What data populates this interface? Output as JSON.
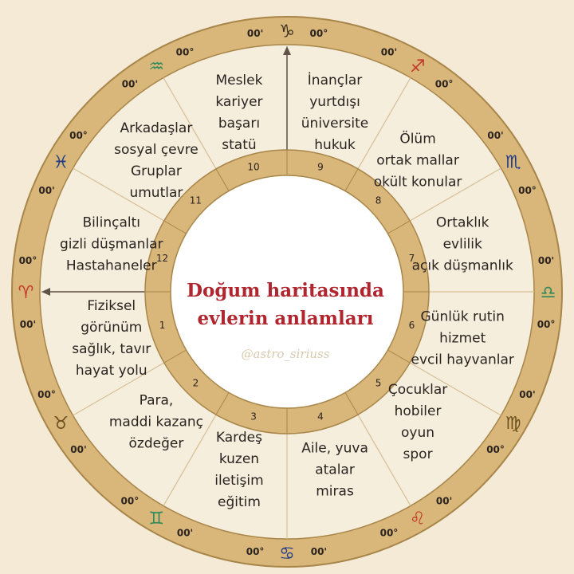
{
  "title_lines": [
    "Doğum haritasında",
    "evlerin anlamları"
  ],
  "watermark": "@astro_siriuss",
  "houses": [
    {
      "number": "1",
      "lines": [
        "Fiziksel",
        "görünüm",
        "sağlık, tavır",
        "hayat yolu"
      ]
    },
    {
      "number": "2",
      "lines": [
        "Para,",
        "maddi kazanç",
        "özdeğer"
      ]
    },
    {
      "number": "3",
      "lines": [
        "Kardeş",
        "kuzen",
        "iletişim",
        "eğitim"
      ]
    },
    {
      "number": "4",
      "lines": [
        "Aile, yuva",
        "atalar",
        "miras"
      ]
    },
    {
      "number": "5",
      "lines": [
        "Çocuklar",
        "hobiler",
        "oyun",
        "spor"
      ]
    },
    {
      "number": "6",
      "lines": [
        "Günlük rutin",
        "hizmet",
        "evcil hayvanlar"
      ]
    },
    {
      "number": "7",
      "lines": [
        "Ortaklık",
        "evlilik",
        "açık düşmanlık"
      ]
    },
    {
      "number": "8",
      "lines": [
        "Ölüm",
        "ortak mallar",
        "okült konular"
      ]
    },
    {
      "number": "9",
      "lines": [
        "İnançlar",
        "yurtdışı",
        "üniversite",
        "hukuk"
      ]
    },
    {
      "number": "10",
      "lines": [
        "Meslek",
        "kariyer",
        "başarı",
        "statü"
      ]
    },
    {
      "number": "11",
      "lines": [
        "Arkadaşlar",
        "sosyal çevre",
        "Gruplar",
        "umutlar"
      ]
    },
    {
      "number": "12",
      "lines": [
        "Bilinçaltı",
        "gizli düşmanlar",
        "Hastahaneler"
      ]
    }
  ],
  "signs": [
    {
      "name": "aries",
      "glyph": "♈",
      "color": "#c0392b",
      "deg": "00°",
      "min": "00'"
    },
    {
      "name": "taurus",
      "glyph": "♉",
      "color": "#6b4f1d",
      "deg": "00°",
      "min": "00'"
    },
    {
      "name": "gemini",
      "glyph": "♊",
      "color": "#2c8a5a",
      "deg": "00°",
      "min": "00'"
    },
    {
      "name": "cancer",
      "glyph": "♋",
      "color": "#1f3c88",
      "deg": "00°",
      "min": "00'"
    },
    {
      "name": "leo",
      "glyph": "♌",
      "color": "#c0392b",
      "deg": "00°",
      "min": "00'"
    },
    {
      "name": "virgo",
      "glyph": "♍",
      "color": "#6b4f1d",
      "deg": "00°",
      "min": "00'"
    },
    {
      "name": "libra",
      "glyph": "♎",
      "color": "#2c8a5a",
      "deg": "00°",
      "min": "00'"
    },
    {
      "name": "scorpio",
      "glyph": "♏",
      "color": "#1f3c88",
      "deg": "00°",
      "min": "00'"
    },
    {
      "name": "sagittarius",
      "glyph": "♐",
      "color": "#c0392b",
      "deg": "00°",
      "min": "00'"
    },
    {
      "name": "capricorn",
      "glyph": "♑",
      "color": "#3b3020",
      "deg": "00°",
      "min": "00'"
    },
    {
      "name": "aquarius",
      "glyph": "♒",
      "color": "#2c8a5a",
      "deg": "00°",
      "min": "00'"
    },
    {
      "name": "pisces",
      "glyph": "♓",
      "color": "#1f3c88",
      "deg": "00°",
      "min": "00'"
    }
  ],
  "colors": {
    "background": "#f4ead6",
    "wheel_fill": "#f6eedd",
    "ring": "#d9b679",
    "ring_edge": "#a88548",
    "spoke": "#d6bf95",
    "axis": "#5e5346",
    "title": "#b0252e",
    "text": "#2a2320"
  }
}
